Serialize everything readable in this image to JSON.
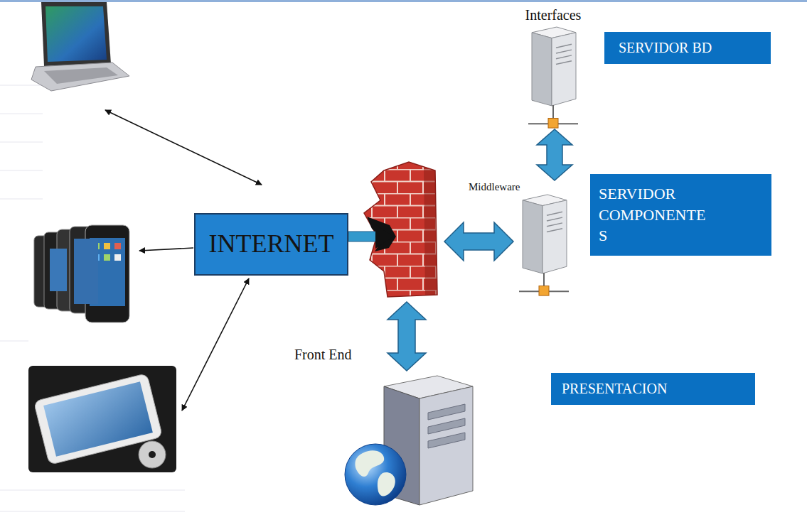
{
  "diagram": {
    "nodes": [
      {
        "text": [
          "Interfaces"
        ]
      },
      {
        "text": [
          "SERVIDOR BD"
        ]
      },
      {
        "text": [
          "Middleware"
        ]
      },
      {
        "text": [
          "SERVIDOR COMPONENTE S"
        ]
      },
      {
        "text": [
          "INTERNET"
        ]
      },
      {
        "text": [
          "Front End"
        ]
      },
      {
        "text": [
          "PRESENTACION"
        ]
      }
    ],
    "edges": [
      {
        "from": 0,
        "to": 2,
        "arrow": "both"
      }
    ]
  }
}
